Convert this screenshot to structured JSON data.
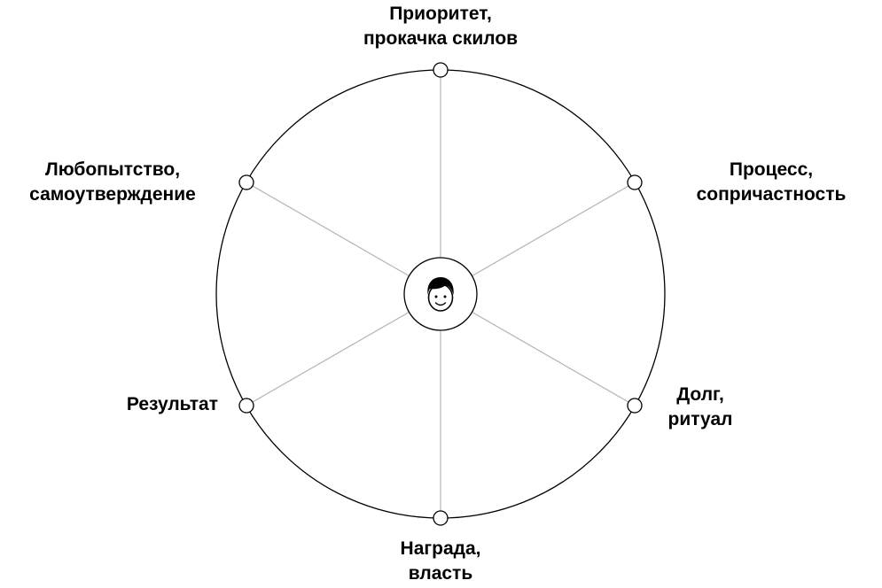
{
  "diagram": {
    "center_icon": "face-icon",
    "nodes": [
      {
        "id": "top",
        "lines": [
          "Приоритет,",
          "прокачка скилов"
        ]
      },
      {
        "id": "ur",
        "lines": [
          "Процесс,",
          "сопричастность"
        ]
      },
      {
        "id": "lr",
        "lines": [
          "Долг,",
          "ритуал"
        ]
      },
      {
        "id": "bottom",
        "lines": [
          "Награда,",
          "власть"
        ]
      },
      {
        "id": "ll",
        "lines": [
          "Результат"
        ]
      },
      {
        "id": "ul",
        "lines": [
          "Любопытство,",
          "самоутверждение"
        ]
      }
    ],
    "colors": {
      "outline": "#000000",
      "spokes": "#b3b3b3",
      "background": "#ffffff"
    }
  }
}
